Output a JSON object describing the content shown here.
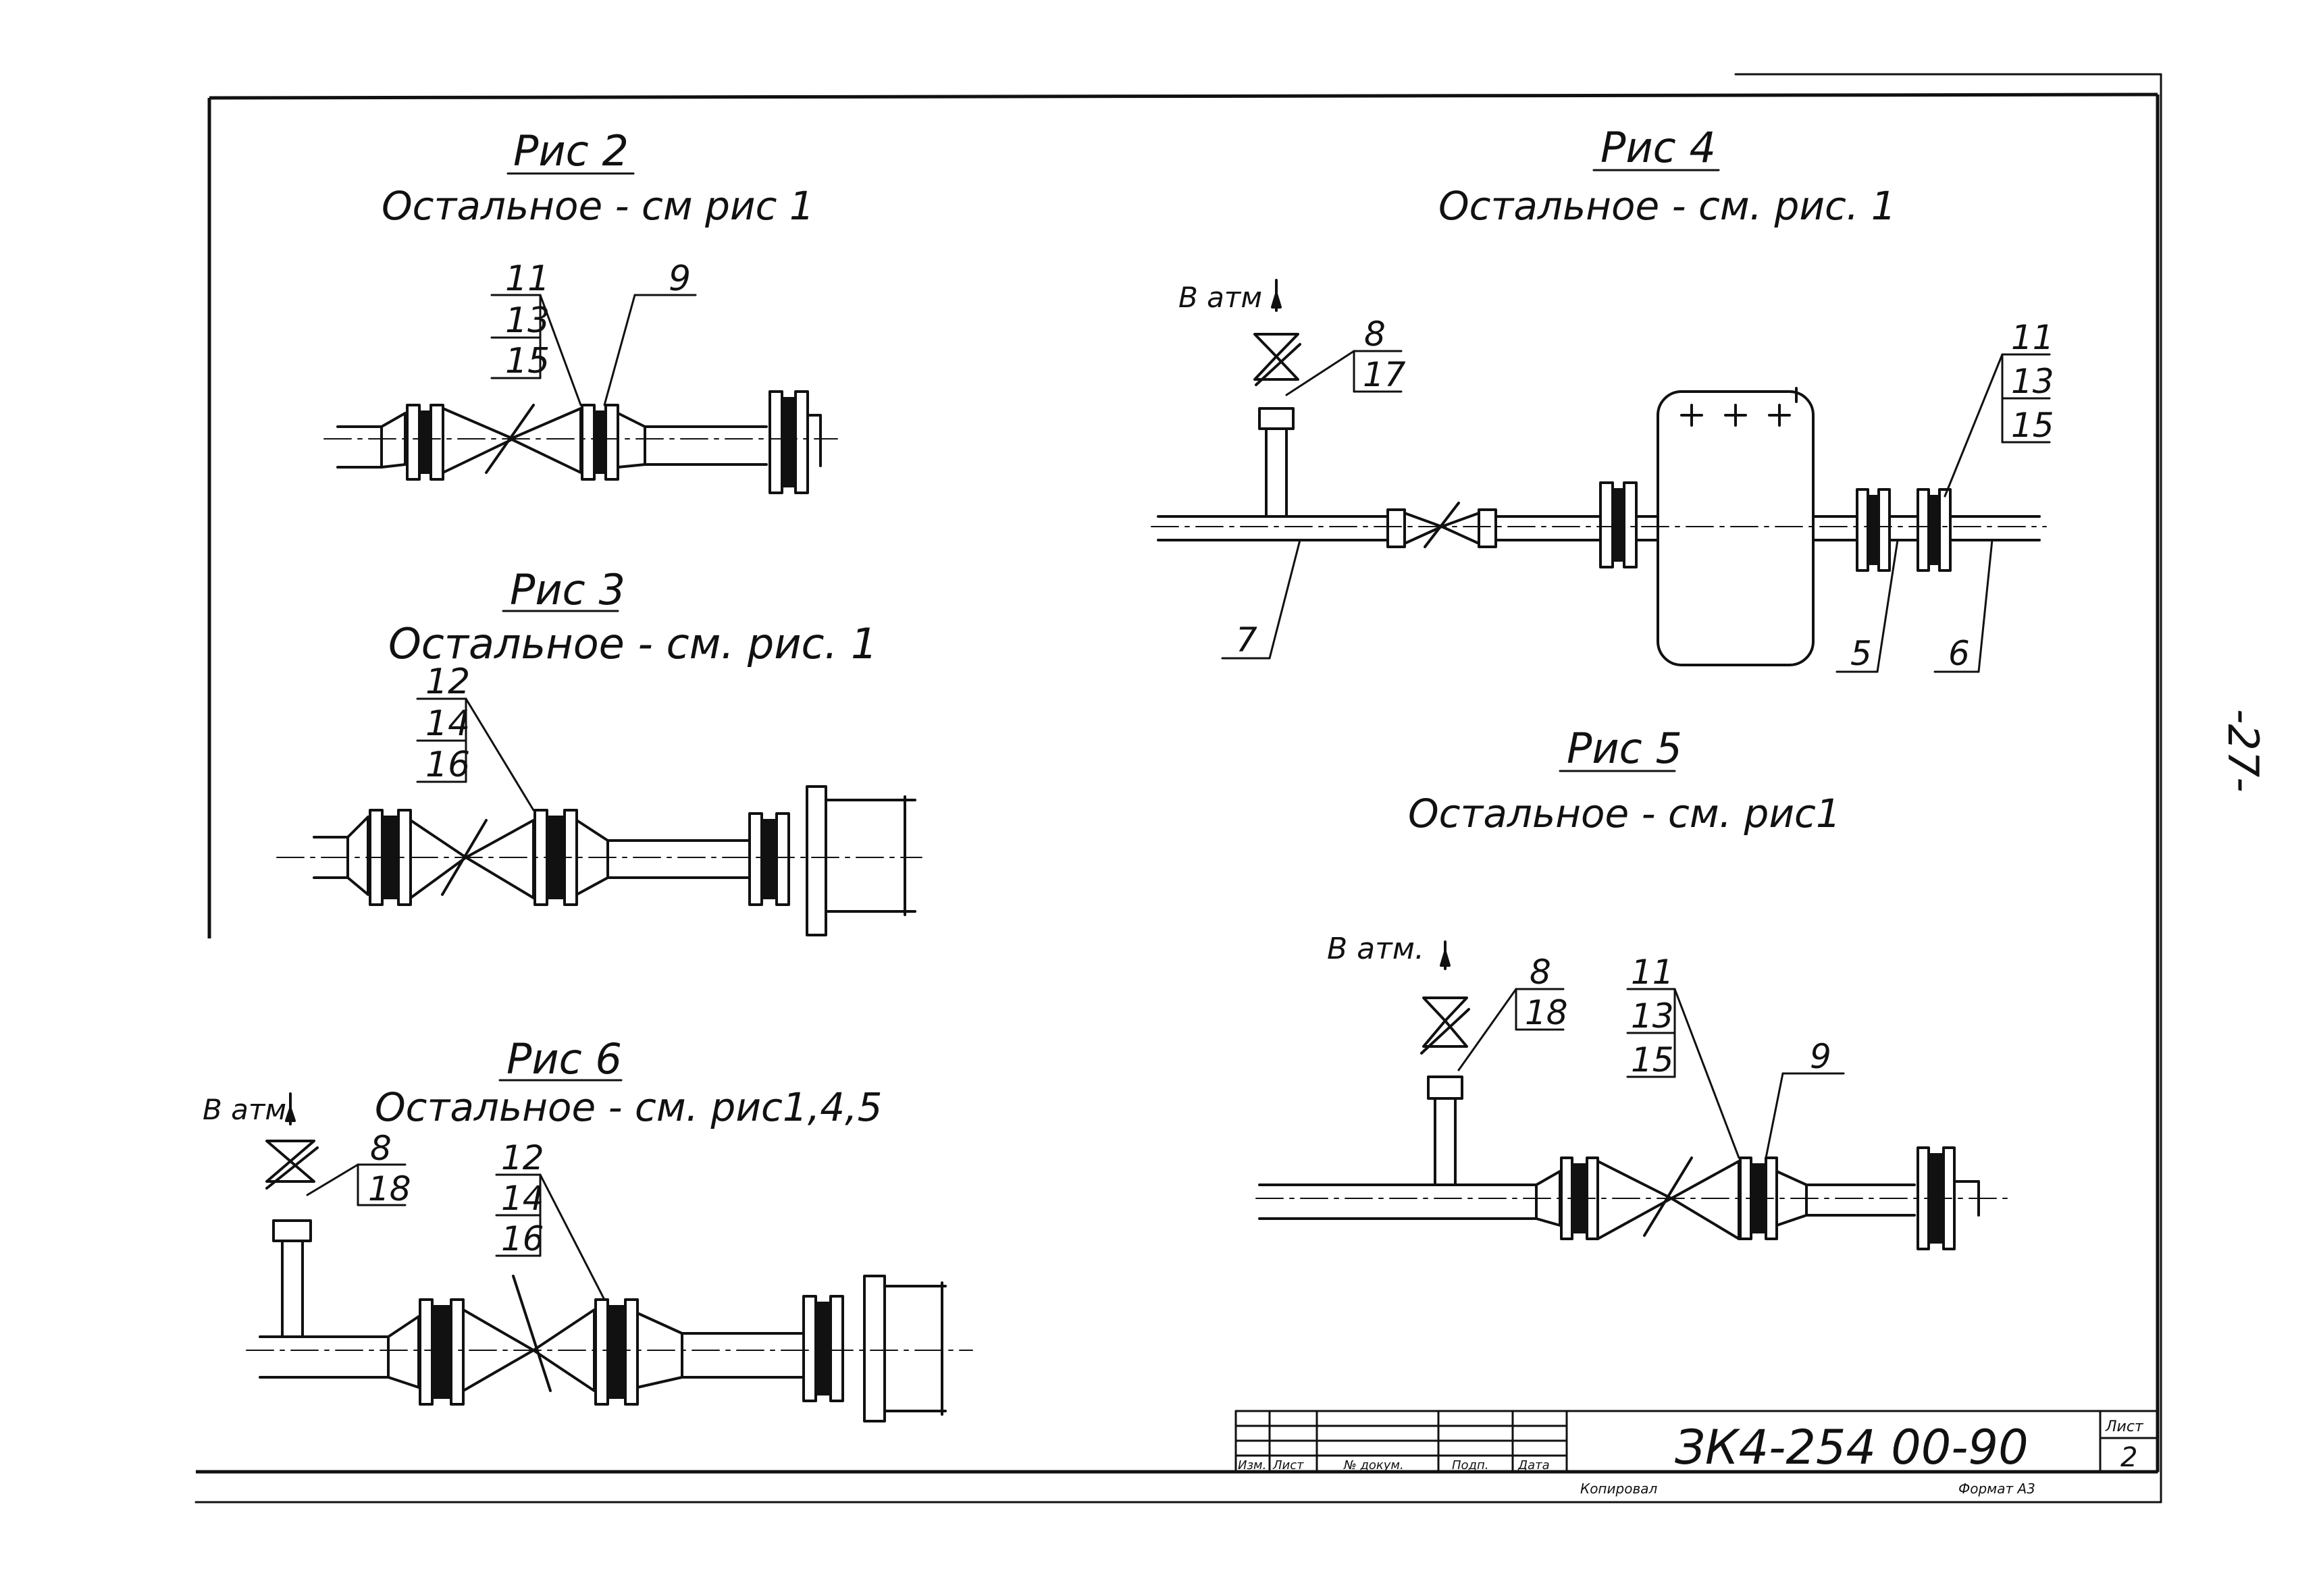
{
  "sheet": {
    "page_number": "-27-",
    "designation": "ЗК4-254 00-90",
    "sheet_label": "Лист",
    "sheet_number": "2",
    "copied_label": "Копировал",
    "format_label": "Формат А3",
    "title_block_headers": [
      "Изм.",
      "Лист",
      "№ докум.",
      "Подп.",
      "Дата"
    ]
  },
  "figures": [
    {
      "id": "fig2",
      "title": "Рис 2",
      "note": "Остальное - см рис 1",
      "callouts": [
        "11",
        "13",
        "15",
        "9"
      ]
    },
    {
      "id": "fig3",
      "title": "Рис 3",
      "note": "Остальное - см. рис. 1",
      "callouts": [
        "12",
        "14",
        "16"
      ]
    },
    {
      "id": "fig4",
      "title": "Рис 4",
      "note": "Остальное - см. рис. 1",
      "vent_label": "В атм",
      "callouts": [
        "8",
        "17",
        "11",
        "13",
        "15",
        "7",
        "5",
        "6"
      ]
    },
    {
      "id": "fig5",
      "title": "Рис 5",
      "note": "Остальное - см. рис1",
      "vent_label": "В атм.",
      "callouts": [
        "8",
        "18",
        "11",
        "13",
        "15",
        "9"
      ]
    },
    {
      "id": "fig6",
      "title": "Рис 6",
      "note": "Остальное - см. рис1,4,5",
      "vent_label": "В атм.",
      "callouts": [
        "8",
        "18",
        "12",
        "14",
        "16"
      ]
    }
  ]
}
